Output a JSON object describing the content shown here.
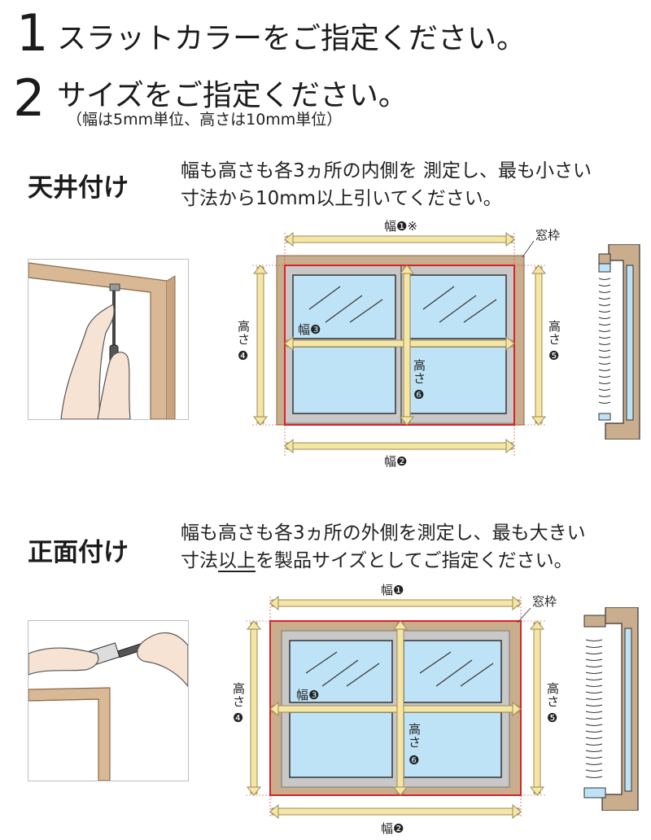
{
  "steps": [
    {
      "number": "1",
      "text": "スラットカラーをご指定ください。"
    },
    {
      "number": "2",
      "text": "サイズをご指定ください。",
      "sub": "（幅は5mm単位、高さは10mm単位）"
    }
  ],
  "sections": [
    {
      "title": "天井付け",
      "instruction_line1": "幅も高さも各3ヵ所の内側を 測定し、最も小さい",
      "instruction_line2": "寸法から10mm以上引いてください。",
      "labels": {
        "width1": "幅❶※",
        "width2": "幅❷",
        "width3": "幅❸",
        "height4_a": "高",
        "height4_b": "さ",
        "height4_num": "❹",
        "height5_a": "高",
        "height5_b": "さ",
        "height5_num": "❺",
        "height6_a": "高",
        "height6_b": "さ",
        "height6_num": "❻",
        "frame": "窓枠"
      }
    },
    {
      "title": "正面付け",
      "instruction_line1": "幅も高さも各3ヵ所の外側を測定し、最も大きい",
      "instruction_line2_pre": "寸法",
      "instruction_line2_ul": "以上",
      "instruction_line2_post": "を製品サイズとしてご指定ください。",
      "labels": {
        "width1": "幅❶",
        "width2": "幅❷",
        "width3": "幅❸",
        "height4_a": "高",
        "height4_b": "さ",
        "height4_num": "❹",
        "height5_a": "高",
        "height5_b": "さ",
        "height5_num": "❺",
        "height6_a": "高",
        "height6_b": "さ",
        "height6_num": "❻",
        "frame": "窓枠"
      }
    }
  ],
  "colors": {
    "frame": "#c9ad8c",
    "inner_frame": "#c8c8c8",
    "glass": "#bfe3f6",
    "arrow": "#f6e6a6",
    "arrow_stroke": "#9a8a55",
    "red_line": "#d9222a"
  }
}
